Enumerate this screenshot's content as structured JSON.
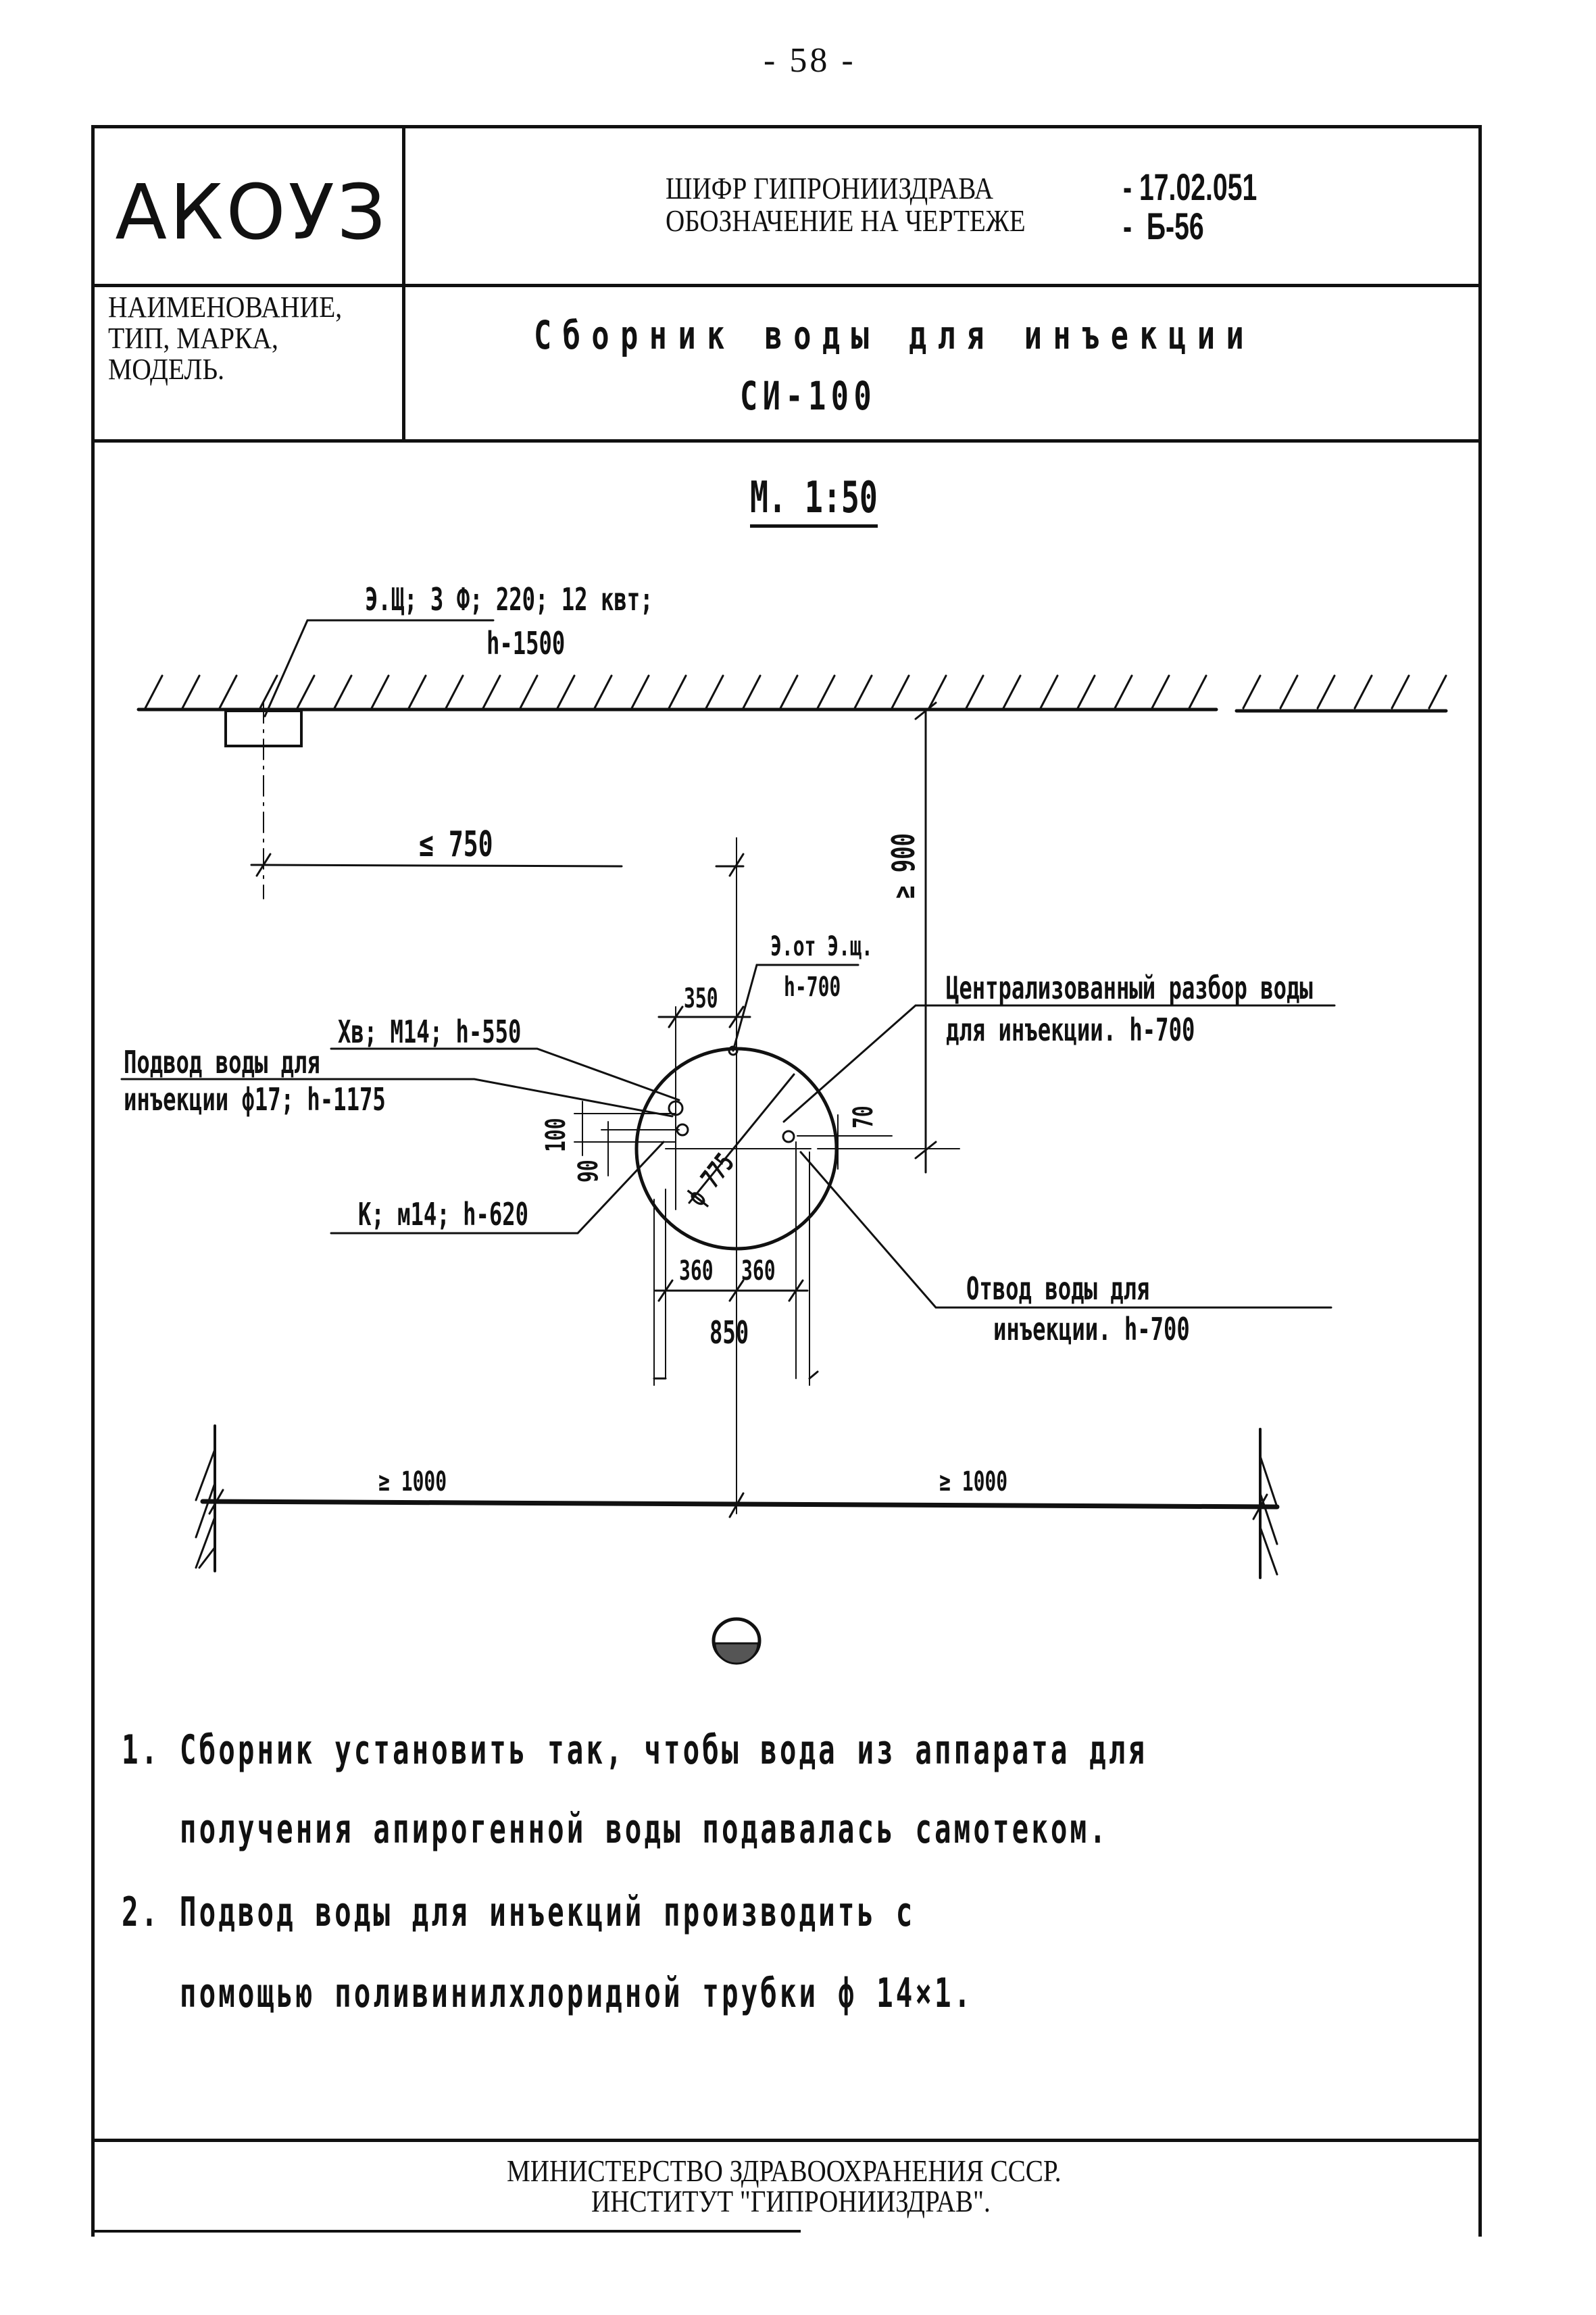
{
  "page": {
    "number": "- 58 -"
  },
  "title_block": {
    "org_code": "АКОУЗ",
    "cipher_label": "ШИФР ГИПРОНИИЗДРАВА",
    "cipher_value": "- 17.02.051",
    "drawing_label": "ОБОЗНАЧЕНИЕ НА ЧЕРТЕЖЕ",
    "drawing_value": "-  Б-56",
    "name_label_lines": [
      "НАИМЕНОВАНИЕ,",
      "ТИП, МАРКА,",
      "МОДЕЛЬ."
    ],
    "item_title": "Сборник воды для инъекции",
    "item_model": "СИ-100"
  },
  "drawing": {
    "scale": "М. 1:50",
    "callouts": {
      "panel_line1": "Э.Щ; 3 Ф; 220; 12 квт;",
      "panel_line2": "h-1500",
      "cold_water": "Хв; М14; h-550",
      "supply_line1": "Подвод воды для",
      "supply_line2": "инъекции ф17; h-1175",
      "sewer": "К; м14; h-620",
      "power_line1": "Э.от Э.щ.",
      "power_line2": "h-700",
      "central_line1": "Централизованный разбор воды",
      "central_line2": "для инъекции. h-700",
      "drain_line1": "Отвод воды для",
      "drain_line2": "инъекции. h-700"
    },
    "dimensions": {
      "panel_offset": "≤ 750",
      "wall_clearance": "≥ 900",
      "d350": "350",
      "d100": "100",
      "d90": "90",
      "d70": "70",
      "diameter": "ф 775",
      "half_left": "360",
      "half_right": "360",
      "overall": "850",
      "left_clear": "≥ 1000",
      "right_clear": "≥ 1000"
    },
    "symbol": "sink-symbol"
  },
  "notes": [
    {
      "line1": "1. Сборник установить так, чтобы вода из аппарата для",
      "line2": "   получения апирогенной воды подавалась самотеком."
    },
    {
      "line1": "2. Подвод воды для инъекций производить с",
      "line2": "   помощью поливинилхлоридной трубки ф 14×1."
    }
  ],
  "footer": {
    "line1": "МИНИСТЕРСТВО ЗДРАВООХРАНЕНИЯ СССР.",
    "line2": "ИНСТИТУТ \"ГИПРОНИИЗДРАВ\"."
  },
  "colors": {
    "ink": "#111111",
    "paper": "#ffffff"
  }
}
